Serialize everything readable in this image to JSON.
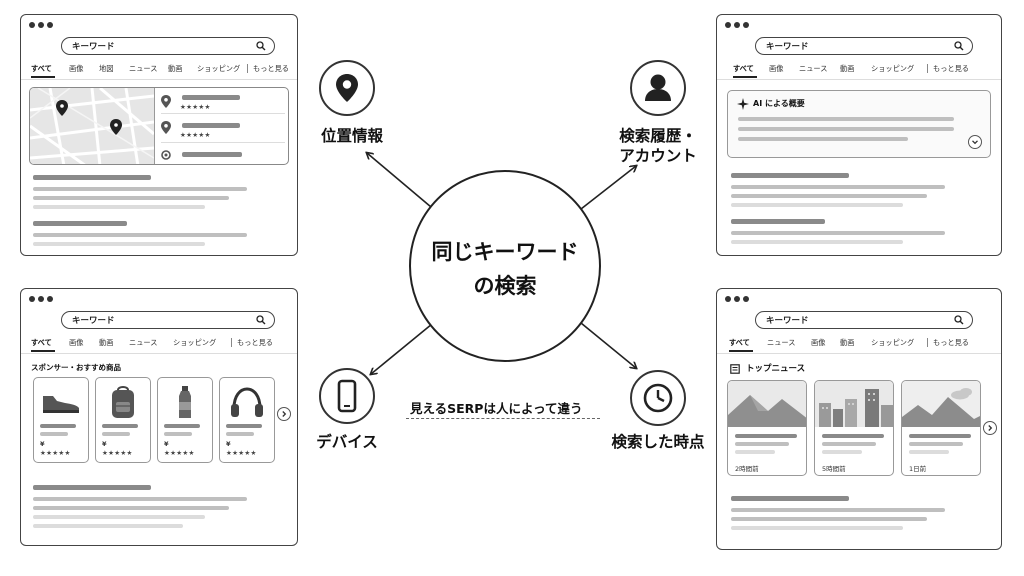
{
  "center": {
    "line1": "同じキーワード",
    "line2": "の検索"
  },
  "caption": "見えるSERPは人によって違う",
  "features": {
    "location": {
      "label": "位置情報",
      "icon": "location-pin-icon"
    },
    "account": {
      "line1": "検索履歴・",
      "line2": "アカウント",
      "icon": "user-icon"
    },
    "device": {
      "label": "デバイス",
      "icon": "smartphone-icon"
    },
    "time": {
      "label": "検索した時点",
      "icon": "clock-icon"
    }
  },
  "search_keyword": "キーワード",
  "windows": {
    "top_left": {
      "tabs": [
        "すべて",
        "画像",
        "地図",
        "ニュース",
        "動画",
        "ショッピング",
        "もっと見る"
      ],
      "stars": [
        "★★★★★",
        "★★★★★"
      ]
    },
    "top_right": {
      "tabs": [
        "すべて",
        "画像",
        "ニュース",
        "動画",
        "ショッピング",
        "もっと見る"
      ],
      "ai_overview_label": "AI による概要"
    },
    "bottom_left": {
      "tabs": [
        "すべて",
        "画像",
        "動画",
        "ニュース",
        "ショッピング",
        "もっと見る"
      ],
      "sponsored_label": "スポンサー・おすすめ商品",
      "products": [
        {
          "icon": "shoe-icon",
          "price": "¥",
          "stars": "★★★★★"
        },
        {
          "icon": "backpack-icon",
          "price": "¥",
          "stars": "★★★★★"
        },
        {
          "icon": "bottle-icon",
          "price": "¥",
          "stars": "★★★★★"
        },
        {
          "icon": "headphones-icon",
          "price": "¥",
          "stars": "★★★★★"
        }
      ]
    },
    "bottom_right": {
      "tabs": [
        "すべて",
        "ニュース",
        "画像",
        "動画",
        "ショッピング",
        "もっと見る"
      ],
      "top_news_label": "トップニュース",
      "news": [
        {
          "time": "2時間前"
        },
        {
          "time": "5時間前"
        },
        {
          "time": "1日前"
        }
      ]
    }
  }
}
